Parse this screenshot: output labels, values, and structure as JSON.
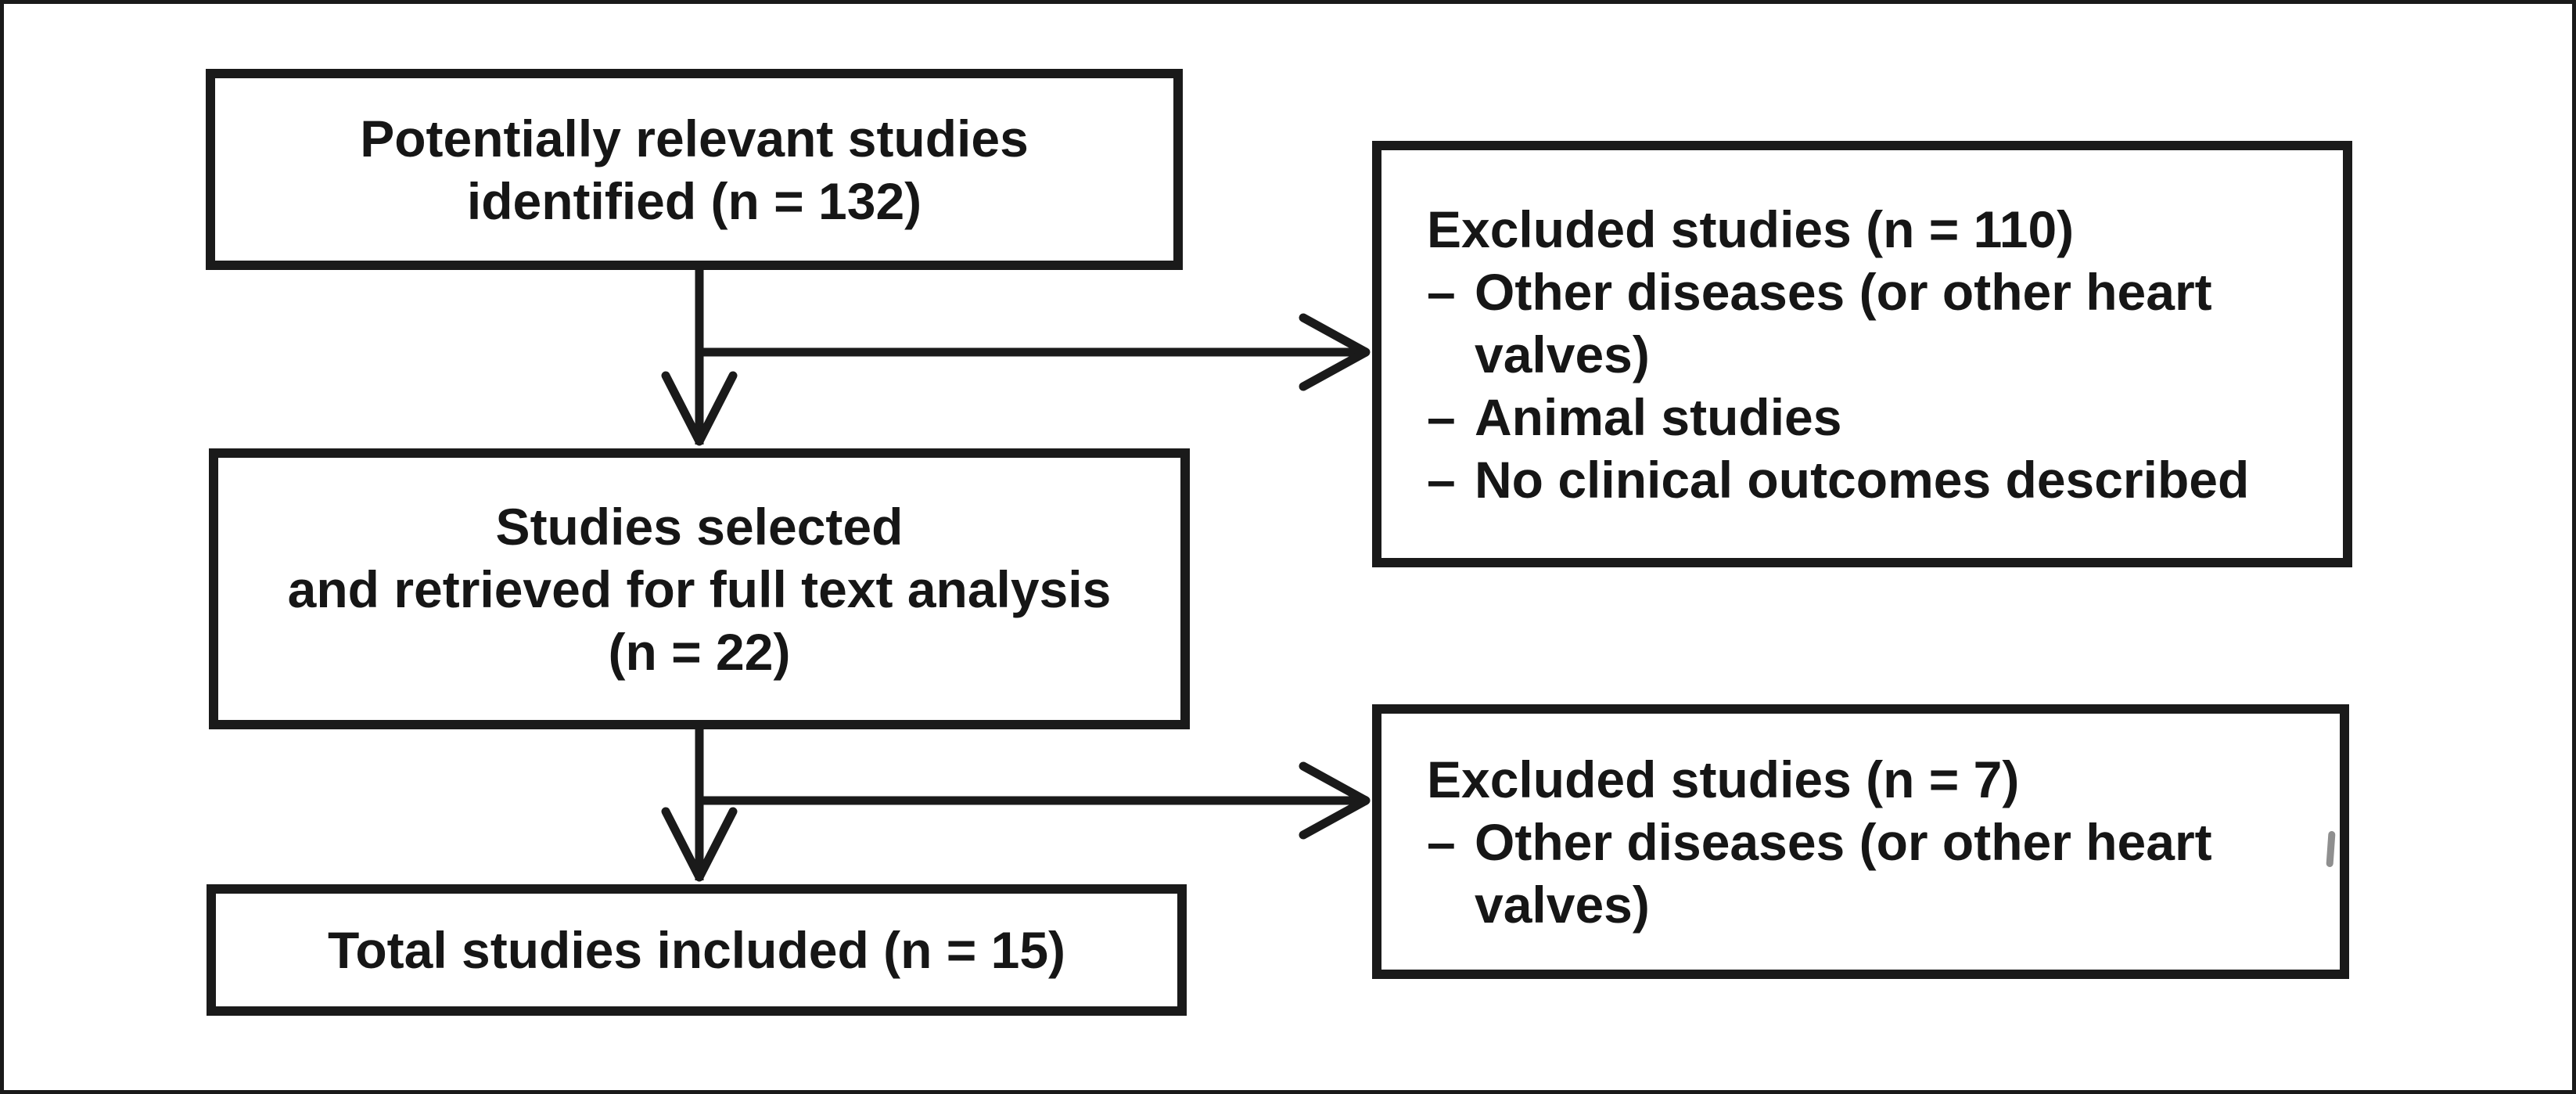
{
  "colors": {
    "line": "#1a1a1a",
    "background": "#ffffff",
    "text": "#161616"
  },
  "bullet_char": "–",
  "nodes": {
    "identified": {
      "lines": [
        "Potentially relevant studies",
        "identified (n = 132)"
      ],
      "n": 132
    },
    "excluded_fulltext": {
      "title": "Excluded studies (n = 110)",
      "n": 110,
      "bullets": [
        "Other diseases (or other heart valves)",
        "Animal studies",
        "No clinical outcomes described"
      ]
    },
    "selected": {
      "lines": [
        "Studies selected",
        "and retrieved for full text analysis",
        "(n = 22)"
      ],
      "n": 22
    },
    "excluded_final": {
      "title": "Excluded studies (n = 7)",
      "n": 7,
      "bullets": [
        "Other diseases (or other heart valves)"
      ]
    },
    "included": {
      "lines": [
        "Total studies included (n = 15)"
      ],
      "n": 15
    }
  },
  "edges": [
    {
      "from": "identified",
      "to": "selected"
    },
    {
      "from": "identified",
      "to": "excluded_fulltext"
    },
    {
      "from": "selected",
      "to": "included"
    },
    {
      "from": "selected",
      "to": "excluded_final"
    }
  ]
}
